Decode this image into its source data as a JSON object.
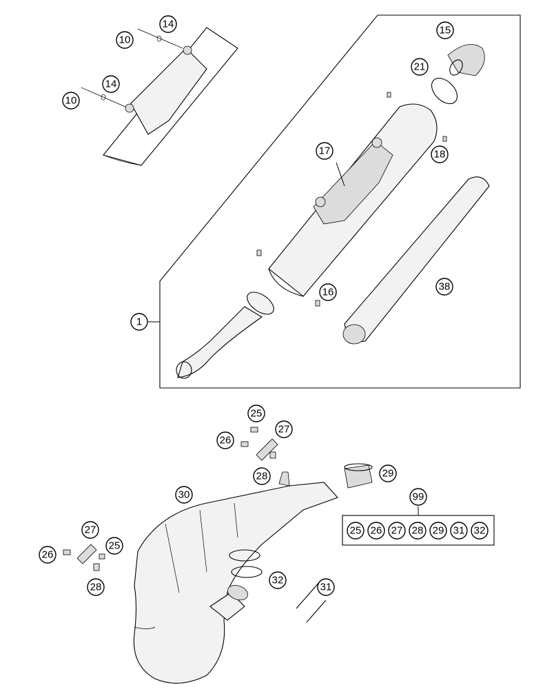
{
  "diagram": {
    "callouts": {
      "c10a": "10",
      "c14a": "14",
      "c10b": "10",
      "c14b": "14",
      "c15": "15",
      "c21": "21",
      "c17": "17",
      "c18": "18",
      "c16": "16",
      "c38": "38",
      "c1": "1",
      "c25a": "25",
      "c27a": "27",
      "c26a": "26",
      "c28a": "28",
      "c29": "29",
      "c30": "30",
      "c99": "99",
      "c27b": "27",
      "c25b": "25",
      "c26b": "26",
      "c28b": "28",
      "c32": "32",
      "c31": "31"
    },
    "kit_box_items": [
      "25",
      "26",
      "27",
      "28",
      "29",
      "31",
      "32"
    ]
  }
}
